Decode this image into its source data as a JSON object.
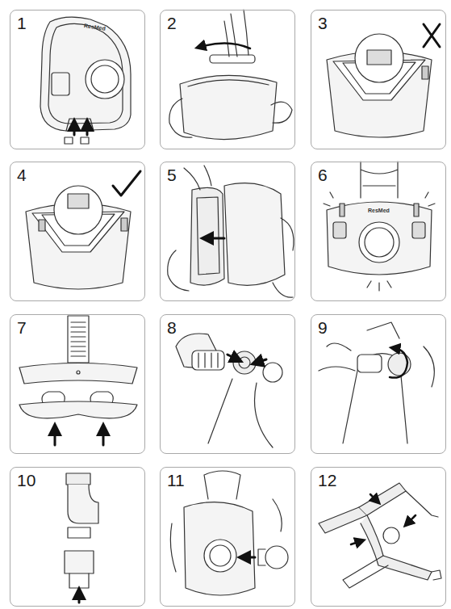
{
  "diagram": {
    "nodes": [
      {
        "text": [
          "1"
        ]
      },
      {
        "text": [
          "2"
        ]
      },
      {
        "text": [
          "3"
        ]
      },
      {
        "text": [
          "4"
        ]
      },
      {
        "text": [
          "5"
        ]
      },
      {
        "text": [
          "6"
        ]
      },
      {
        "text": [
          "7"
        ]
      },
      {
        "text": [
          "8"
        ]
      },
      {
        "text": [
          "9"
        ]
      },
      {
        "text": [
          "10"
        ]
      },
      {
        "text": [
          "11"
        ]
      },
      {
        "text": [
          "12"
        ]
      }
    ],
    "labels": [
      "ResMed",
      "ResMed"
    ]
  }
}
